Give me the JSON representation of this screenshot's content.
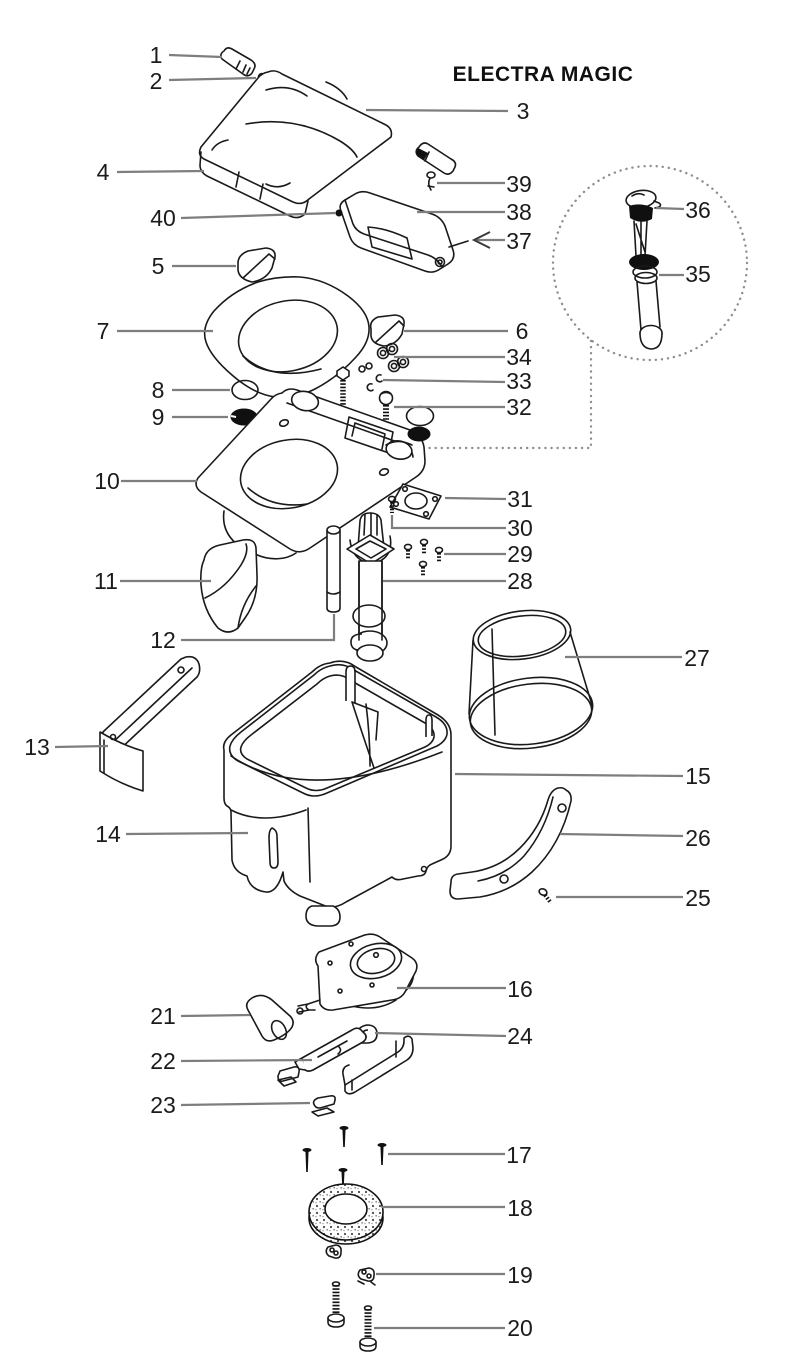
{
  "title": "ELECTRA MAGIC",
  "callouts": [
    {
      "num": "1"
    },
    {
      "num": "2"
    },
    {
      "num": "3"
    },
    {
      "num": "4"
    },
    {
      "num": "5"
    },
    {
      "num": "6"
    },
    {
      "num": "7"
    },
    {
      "num": "8"
    },
    {
      "num": "9"
    },
    {
      "num": "10"
    },
    {
      "num": "11"
    },
    {
      "num": "12"
    },
    {
      "num": "13"
    },
    {
      "num": "14"
    },
    {
      "num": "15"
    },
    {
      "num": "16"
    },
    {
      "num": "17"
    },
    {
      "num": "18"
    },
    {
      "num": "19"
    },
    {
      "num": "20"
    },
    {
      "num": "21"
    },
    {
      "num": "22"
    },
    {
      "num": "23"
    },
    {
      "num": "24"
    },
    {
      "num": "25"
    },
    {
      "num": "26"
    },
    {
      "num": "27"
    },
    {
      "num": "28"
    },
    {
      "num": "29"
    },
    {
      "num": "30"
    },
    {
      "num": "31"
    },
    {
      "num": "32"
    },
    {
      "num": "33"
    },
    {
      "num": "34"
    },
    {
      "num": "35"
    },
    {
      "num": "36"
    },
    {
      "num": "37"
    },
    {
      "num": "38"
    },
    {
      "num": "39"
    },
    {
      "num": "40"
    }
  ],
  "colors": {
    "line_art": "#1a1a1a",
    "leader": "#7e7e7e",
    "label": "#1b1b1b",
    "background": "#ffffff"
  }
}
